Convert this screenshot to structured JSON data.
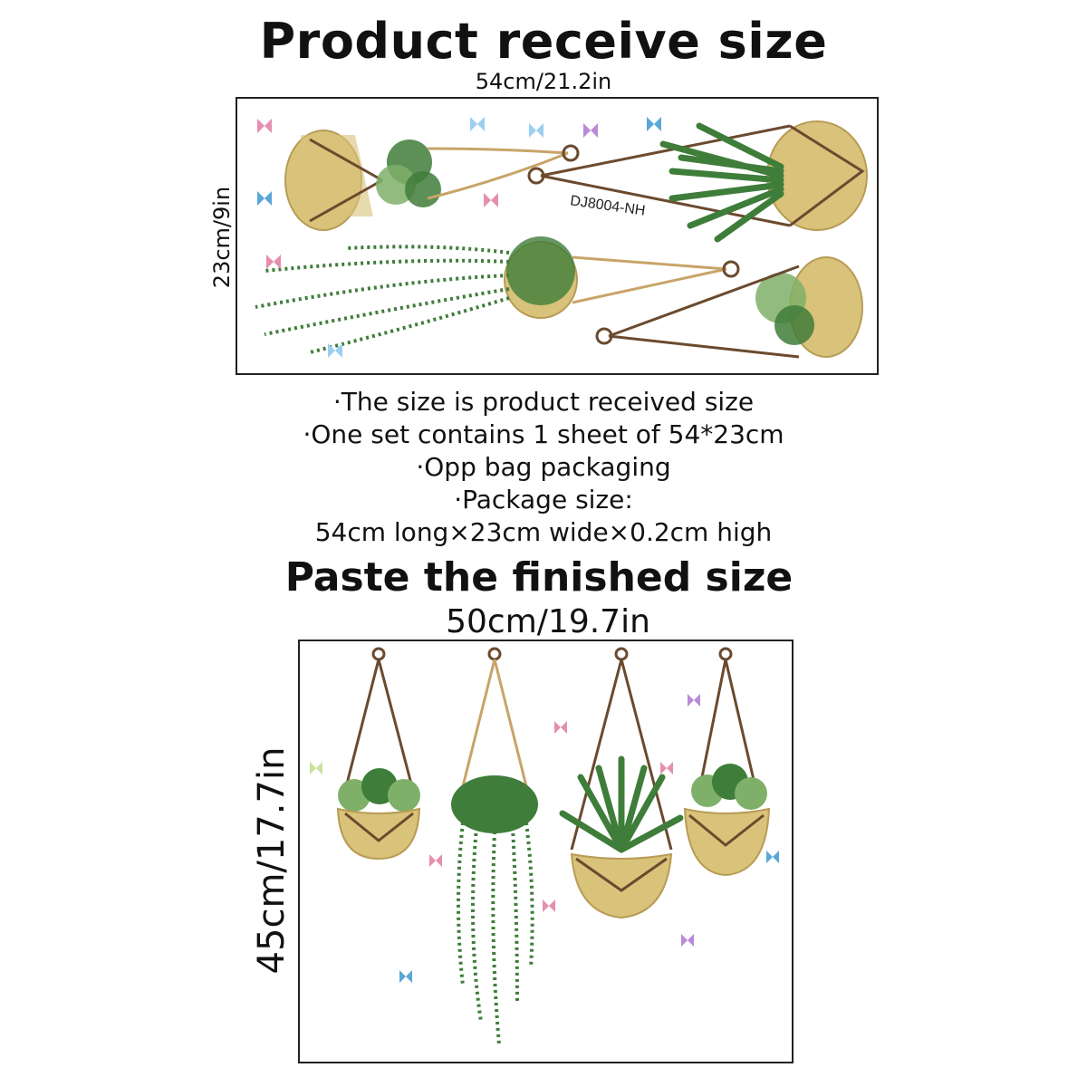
{
  "header": {
    "title": "Product receive size",
    "width_label": "54cm/21.2in",
    "height_label": "23cm/9in",
    "product_code": "DJ8004-NH"
  },
  "info_lines": [
    "·The size is product received size",
    "·One set contains 1 sheet of 54*23cm",
    "·Opp bag packaging",
    "·Package size:",
    "54cm long×23cm wide×0.2cm high"
  ],
  "finished": {
    "title": "Paste the finished size",
    "width_label": "50cm/19.7in",
    "height_label": "45cm/17.7in"
  },
  "colors": {
    "pot": "#d9c27a",
    "pot_shade": "#b89c55",
    "rope_dark": "#6b4a2e",
    "rope_light": "#c8a469",
    "leaf": "#3f7d3a",
    "leaf_light": "#7fb069"
  }
}
